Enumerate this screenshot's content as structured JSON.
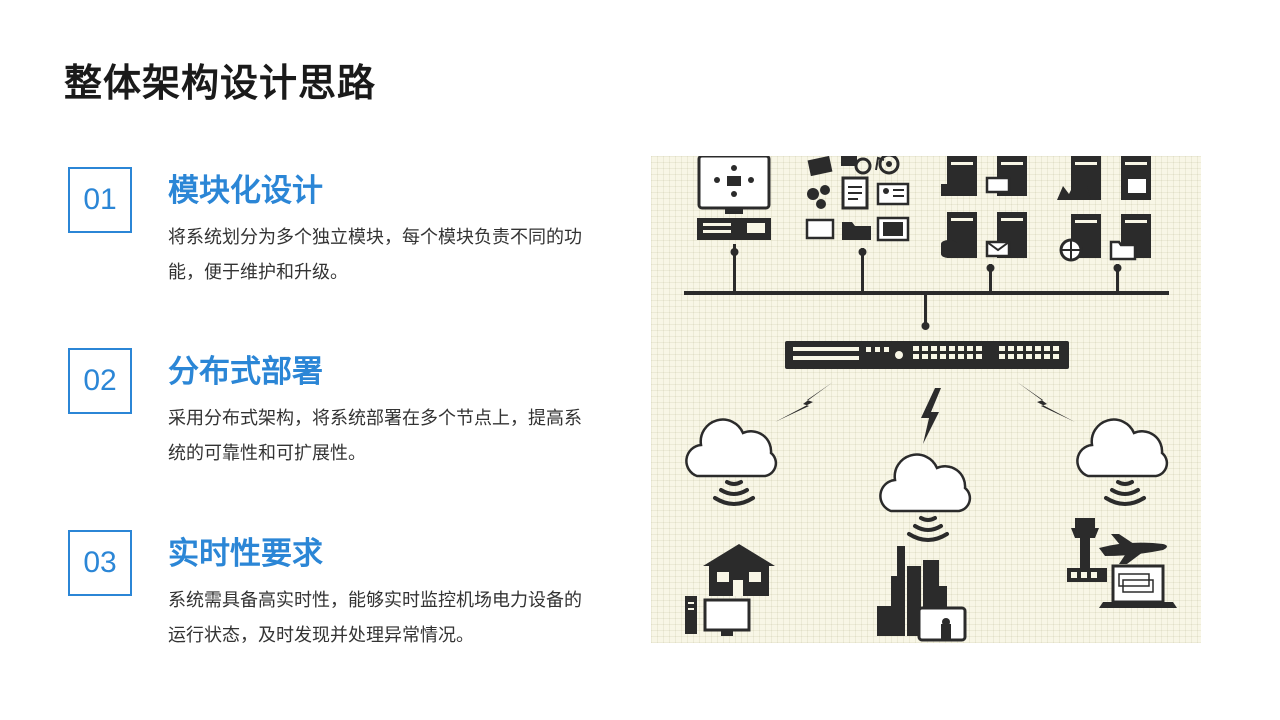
{
  "page": {
    "title": "整体架构设计思路"
  },
  "items": [
    {
      "num": "01",
      "title": "模块化设计",
      "desc": "将系统划分为多个独立模块，每个模块负责不同的功能，便于维护和升级。"
    },
    {
      "num": "02",
      "title": "分布式部署",
      "desc": "采用分布式架构，将系统部署在多个节点上，提高系统的可靠性和可扩展性。"
    },
    {
      "num": "03",
      "title": "实时性要求",
      "desc": "系统需具备高实时性，能够实时监控机场电力设备的运行状态，及时发现并处理异常情况。"
    }
  ],
  "diagram": {
    "top_icons": [
      "monitor-network-icon",
      "documents-settings-icon",
      "server-printer-icon",
      "server-firewall-icon",
      "server-database-icon",
      "server-mail-icon",
      "server-globe-icon",
      "server-folder-icon"
    ],
    "bottom_icons": [
      "house-icon",
      "computer-icon",
      "city-buildings-icon",
      "tablet-touch-icon",
      "control-tower-icon",
      "airplane-icon",
      "laptop-icon"
    ],
    "colors": {
      "ink": "#2b2b2b",
      "background": "#f8f6e6",
      "accent": "#2b86d6"
    }
  }
}
